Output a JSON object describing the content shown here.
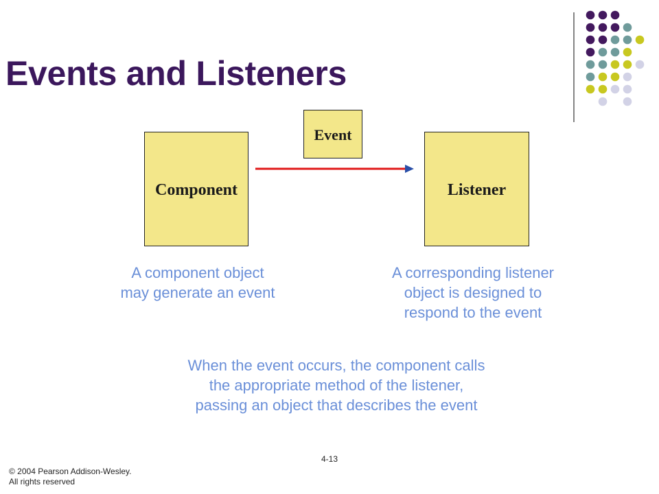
{
  "slide": {
    "title": "Events and Listeners",
    "number": "4-13",
    "copyright": "© 2004 Pearson Addison-Wesley.\nAll rights reserved"
  },
  "diagram": {
    "event_label": "Event",
    "component_label": "Component",
    "listener_label": "Listener",
    "component_caption": "A component object\nmay generate an event",
    "listener_caption": "A corresponding listener\nobject is designed to\nrespond to the event",
    "summary": "When the event occurs, the component calls\nthe appropriate method of the listener,\npassing an object that describes the event"
  },
  "colors": {
    "title": "#3b175c",
    "box_fill": "#f3e78a",
    "arrow": "#e01a1a",
    "caption": "#6a8fd8",
    "dot_purple": "#43195e",
    "dot_teal": "#6f9b9b",
    "dot_olive": "#c8c820",
    "dot_lavender": "#d2d2e6"
  }
}
